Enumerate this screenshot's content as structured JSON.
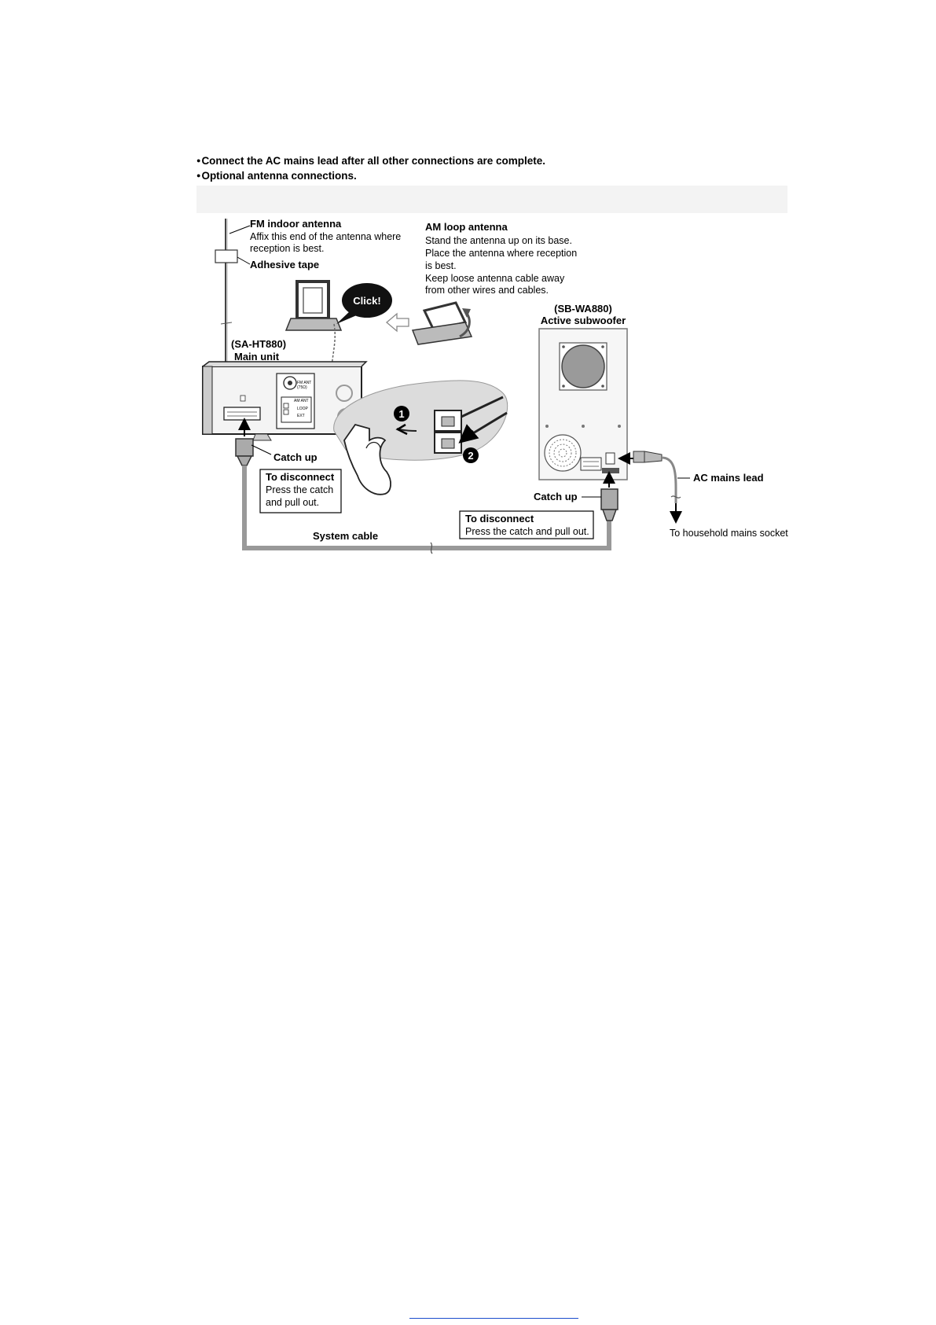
{
  "notes": [
    "Connect the AC mains lead after all other connections are complete.",
    "Optional antenna connections."
  ],
  "fm_antenna": {
    "title": "FM indoor antenna",
    "line1": "Affix this end of the antenna where",
    "line2": "reception is best.",
    "tape": "Adhesive tape"
  },
  "am_antenna": {
    "title": "AM loop antenna",
    "lines": [
      "Stand the antenna up on its base.",
      "Place the antenna where reception",
      "is best.",
      "Keep loose antenna cable away",
      "from other wires and cables."
    ]
  },
  "callout_click": "Click!",
  "main_unit": {
    "model": "(SA-HT880)",
    "name": "Main unit"
  },
  "subwoofer": {
    "model": "(SB-WA880)",
    "name": "Active subwoofer"
  },
  "catch_up_left": "Catch up",
  "catch_up_right": "Catch up",
  "disconnect_left": {
    "title": "To disconnect",
    "line1": "Press the catch",
    "line2": "and pull out."
  },
  "disconnect_right": {
    "title": "To disconnect",
    "line1": "Press the catch and pull out."
  },
  "system_cable": "System cable",
  "ac_mains_lead": "AC mains lead",
  "household_socket": "To household mains socket",
  "step1": "1",
  "step2": "2",
  "panel_labels": {
    "fm_ant": "FM ANT",
    "fm_ohm": "(75Ω)",
    "am_ant": "AM ANT",
    "loop": "LOOP",
    "ext": "EXT"
  }
}
